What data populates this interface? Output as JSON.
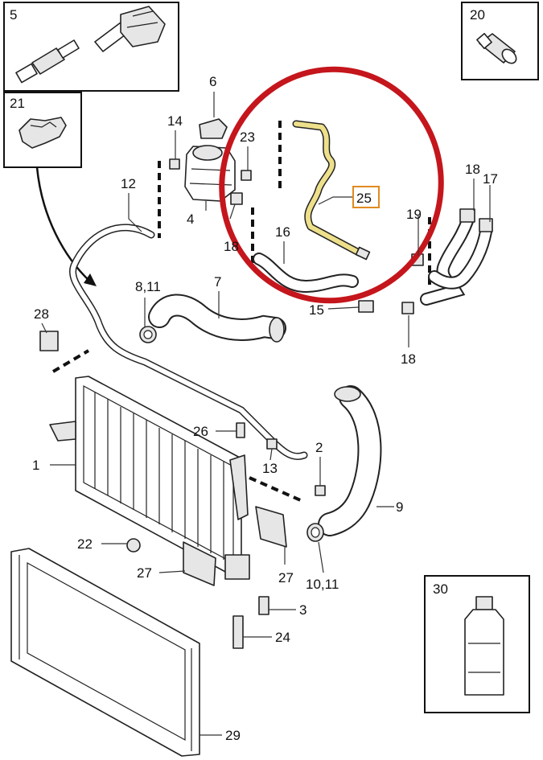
{
  "callouts": {
    "c1": "1",
    "c2": "2",
    "c3": "3",
    "c4": "4",
    "c5": "5",
    "c6": "6",
    "c7": "7",
    "c8_11": "8,11",
    "c9": "9",
    "c10_11": "10,11",
    "c12": "12",
    "c13": "13",
    "c14": "14",
    "c15": "15",
    "c16": "16",
    "c17": "17",
    "c18a": "18",
    "c18b": "18",
    "c18c": "18",
    "c19": "19",
    "c20": "20",
    "c21": "21",
    "c22": "22",
    "c23": "23",
    "c24": "24",
    "c25": "25",
    "c26": "26",
    "c27a": "27",
    "c27b": "27",
    "c28": "28",
    "c29": "29",
    "c30": "30"
  },
  "colors": {
    "highlight_ellipse": "#c4161c",
    "highlight_hose": "#eee08a",
    "highlight_label_box": "#e08a1e"
  }
}
